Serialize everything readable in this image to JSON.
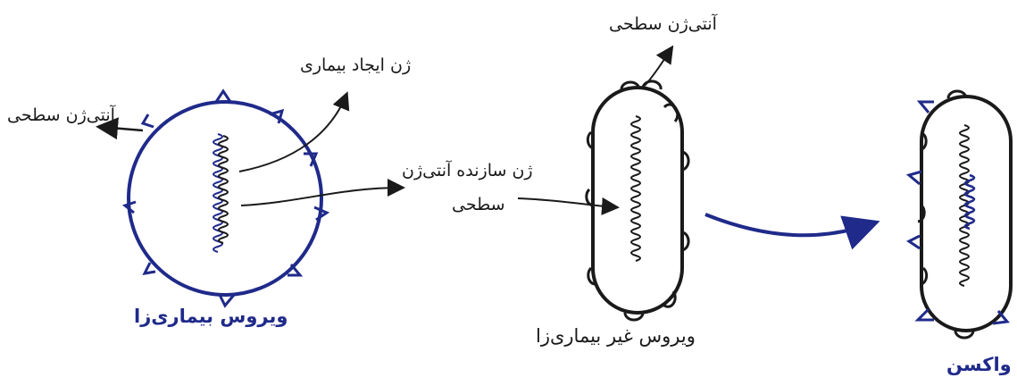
{
  "labels": {
    "pathogenic_surface_antigen": "آنتی‌ژن سطحی",
    "disease_gene": "ژن ایجاد بیماری",
    "antigen_gene_line1": "ژن سازنده آنتی‌ژن",
    "antigen_gene_line2": "سطحی",
    "nonpathogenic_surface_antigen": "آنتی‌ژن سطحی",
    "pathogenic_virus": "ویروس بیماری‌زا",
    "nonpathogenic_virus": "ویروس غیر بیماری‌زا",
    "vaccine": "واکسن"
  },
  "colors": {
    "blue_ink": "#1f2a8a",
    "black_ink": "#1a1a1a",
    "background": "#ffffff"
  }
}
